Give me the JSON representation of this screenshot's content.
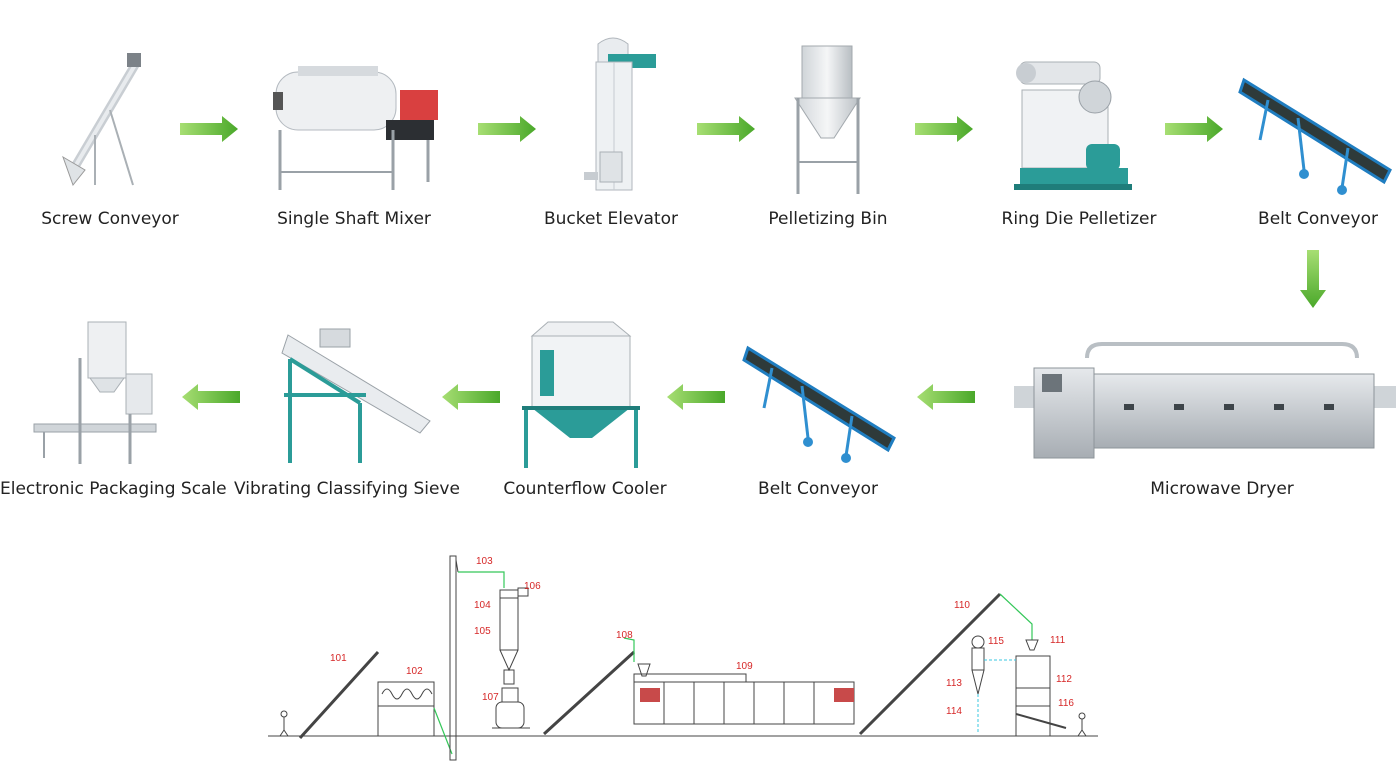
{
  "flow_row1": [
    {
      "label": "Screw Conveyor",
      "icon": "screw-conveyor-icon"
    },
    {
      "label": "Single Shaft Mixer",
      "icon": "mixer-icon"
    },
    {
      "label": "Bucket Elevator",
      "icon": "bucket-elevator-icon"
    },
    {
      "label": "Pelletizing Bin",
      "icon": "bin-icon"
    },
    {
      "label": "Ring Die Pelletizer",
      "icon": "pelletizer-icon"
    },
    {
      "label": "Belt Conveyor",
      "icon": "belt-conveyor-icon"
    }
  ],
  "flow_row2": [
    {
      "label": "Microwave Dryer",
      "icon": "dryer-icon"
    },
    {
      "label": "Belt Conveyor",
      "icon": "belt-conveyor-icon"
    },
    {
      "label": "Counterflow Cooler",
      "icon": "cooler-icon"
    },
    {
      "label": "Vibrating Classifying Sieve",
      "icon": "sieve-icon"
    },
    {
      "label": "Electronic Packaging Scale",
      "icon": "packaging-scale-icon"
    }
  ],
  "layout_numbers": [
    "101",
    "102",
    "103",
    "104",
    "105",
    "106",
    "107",
    "108",
    "109",
    "110",
    "111",
    "112",
    "113",
    "114",
    "115",
    "116"
  ],
  "colors": {
    "arrow": "#5cb531",
    "arrow_light": "#9fd86a",
    "teal": "#2b9c98",
    "blue": "#2f8fd0",
    "steel": "#c7cdd2",
    "red_label": "#d62828",
    "green_line": "#34c759"
  }
}
